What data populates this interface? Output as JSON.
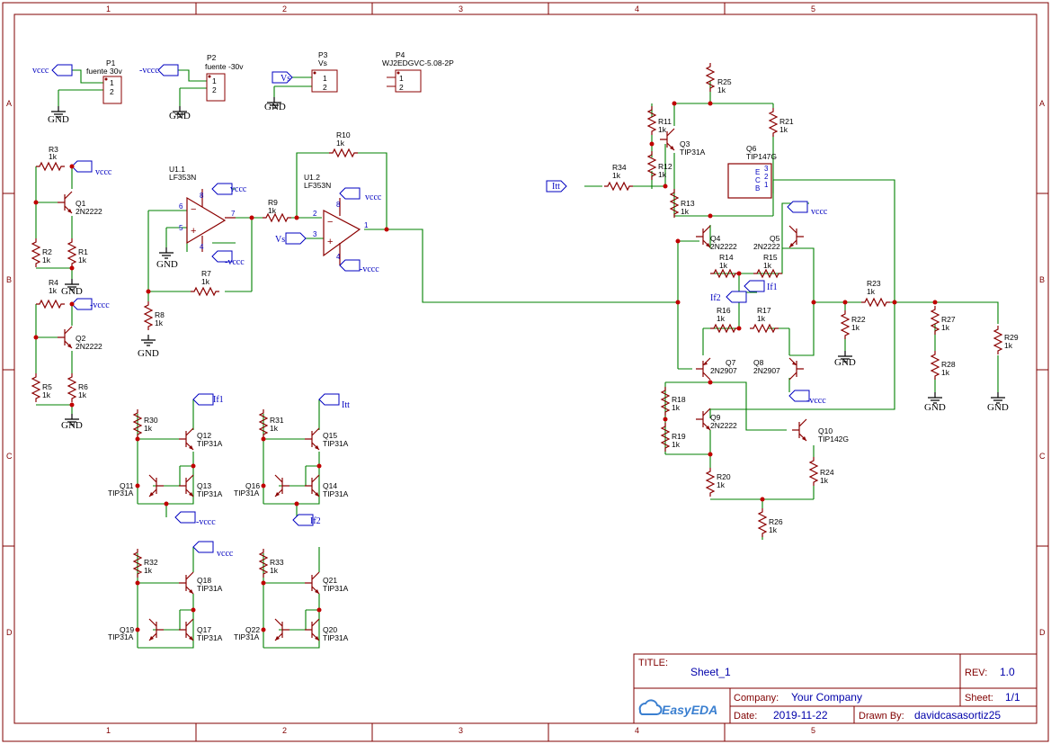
{
  "colors": {
    "wire": "#008000",
    "symbol": "#8b0000",
    "frame": "#800000",
    "net_label": "#0000c0",
    "junction": "#c00000"
  },
  "frame": {
    "cols": [
      "1",
      "2",
      "3",
      "4",
      "5"
    ],
    "rows": [
      "A",
      "B",
      "C",
      "D"
    ]
  },
  "title_block": {
    "title_label": "TITLE:",
    "title": "Sheet_1",
    "rev_label": "REV:",
    "rev": "1.0",
    "company_label": "Company:",
    "company": "Your Company",
    "sheet_label": "Sheet:",
    "sheet": "1/1",
    "date_label": "Date:",
    "date": "2019-11-22",
    "drawn_label": "Drawn By:",
    "drawn_by": "davidcasasortiz25",
    "logo_text": "EasyEDA"
  },
  "connectors": [
    {
      "ref": "P1",
      "value": "fuente 30v",
      "net": "vccc"
    },
    {
      "ref": "P2",
      "value": "fuente -30v",
      "net": "-vccc"
    },
    {
      "ref": "P3",
      "value": "Vs",
      "net": "Vs"
    },
    {
      "ref": "P4",
      "value": "WJ2EDGVC-5.08-2P"
    }
  ],
  "resistors": [
    {
      "ref": "R1",
      "value": "1k"
    },
    {
      "ref": "R2",
      "value": "1k"
    },
    {
      "ref": "R3",
      "value": "1k"
    },
    {
      "ref": "R4",
      "value": "1k"
    },
    {
      "ref": "R5",
      "value": "1k"
    },
    {
      "ref": "R6",
      "value": "1k"
    },
    {
      "ref": "R7",
      "value": "1k"
    },
    {
      "ref": "R8",
      "value": "1k"
    },
    {
      "ref": "R9",
      "value": "1k"
    },
    {
      "ref": "R10",
      "value": "1k"
    },
    {
      "ref": "R11",
      "value": "1k"
    },
    {
      "ref": "R12",
      "value": "1k"
    },
    {
      "ref": "R13",
      "value": "1k"
    },
    {
      "ref": "R14",
      "value": "1k"
    },
    {
      "ref": "R15",
      "value": "1k"
    },
    {
      "ref": "R16",
      "value": "1k"
    },
    {
      "ref": "R17",
      "value": "1k"
    },
    {
      "ref": "R18",
      "value": "1k"
    },
    {
      "ref": "R19",
      "value": "1k"
    },
    {
      "ref": "R20",
      "value": "1k"
    },
    {
      "ref": "R21",
      "value": "1k"
    },
    {
      "ref": "R22",
      "value": "1k"
    },
    {
      "ref": "R23",
      "value": "1k"
    },
    {
      "ref": "R24",
      "value": "1k"
    },
    {
      "ref": "R25",
      "value": "1k"
    },
    {
      "ref": "R26",
      "value": "1k"
    },
    {
      "ref": "R27",
      "value": "1k"
    },
    {
      "ref": "R28",
      "value": "1k"
    },
    {
      "ref": "R29",
      "value": "1k"
    },
    {
      "ref": "R30",
      "value": "1k"
    },
    {
      "ref": "R31",
      "value": "1k"
    },
    {
      "ref": "R32",
      "value": "1k"
    },
    {
      "ref": "R33",
      "value": "1k"
    },
    {
      "ref": "R34",
      "value": "1k"
    }
  ],
  "transistors": [
    {
      "ref": "Q1",
      "value": "2N2222"
    },
    {
      "ref": "Q2",
      "value": "2N2222"
    },
    {
      "ref": "Q3",
      "value": "TIP31A"
    },
    {
      "ref": "Q4",
      "value": "2N2222"
    },
    {
      "ref": "Q5",
      "value": "2N2222"
    },
    {
      "ref": "Q6",
      "value": "TIP147G"
    },
    {
      "ref": "Q7",
      "value": "2N2907"
    },
    {
      "ref": "Q8",
      "value": "2N2907"
    },
    {
      "ref": "Q9",
      "value": "2N2222"
    },
    {
      "ref": "Q10",
      "value": "TIP142G"
    },
    {
      "ref": "Q11",
      "value": "TIP31A"
    },
    {
      "ref": "Q12",
      "value": "TIP31A"
    },
    {
      "ref": "Q13",
      "value": "TIP31A"
    },
    {
      "ref": "Q14",
      "value": "TIP31A"
    },
    {
      "ref": "Q15",
      "value": "TIP31A"
    },
    {
      "ref": "Q16",
      "value": "TIP31A"
    },
    {
      "ref": "Q17",
      "value": "TIP31A"
    },
    {
      "ref": "Q18",
      "value": "TIP31A"
    },
    {
      "ref": "Q19",
      "value": "TIP31A"
    },
    {
      "ref": "Q20",
      "value": "TIP31A"
    },
    {
      "ref": "Q21",
      "value": "TIP31A"
    },
    {
      "ref": "Q22",
      "value": "TIP31A"
    }
  ],
  "opamps": [
    {
      "ref": "U1.1",
      "value": "LF353N"
    },
    {
      "ref": "U1.2",
      "value": "LF353N"
    }
  ],
  "q6_pins": [
    "E",
    "C",
    "B"
  ],
  "pin_numbers": [
    "1",
    "2",
    "3",
    "4",
    "5",
    "6",
    "7",
    "8"
  ],
  "net_labels": {
    "vccc": "vccc",
    "nvccc": "-vccc",
    "vs": "Vs",
    "itt": "Itt",
    "if1": "If1",
    "if2": "If2",
    "gnd": "GND"
  }
}
